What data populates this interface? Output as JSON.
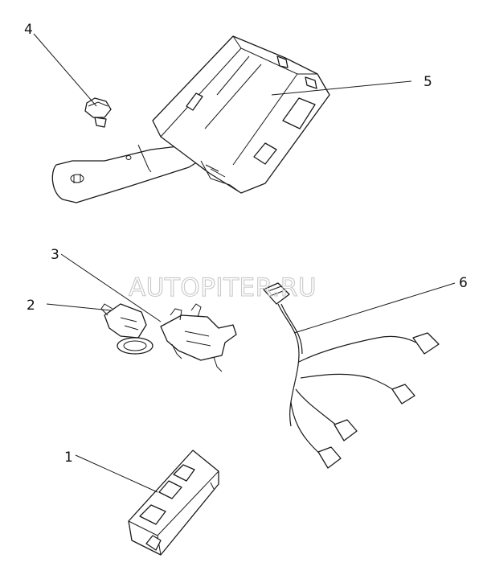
{
  "watermark": "AUTOPITER.RU",
  "callouts": {
    "c1": "1",
    "c2": "2",
    "c3": "3",
    "c4": "4",
    "c5": "5",
    "c6": "6"
  }
}
